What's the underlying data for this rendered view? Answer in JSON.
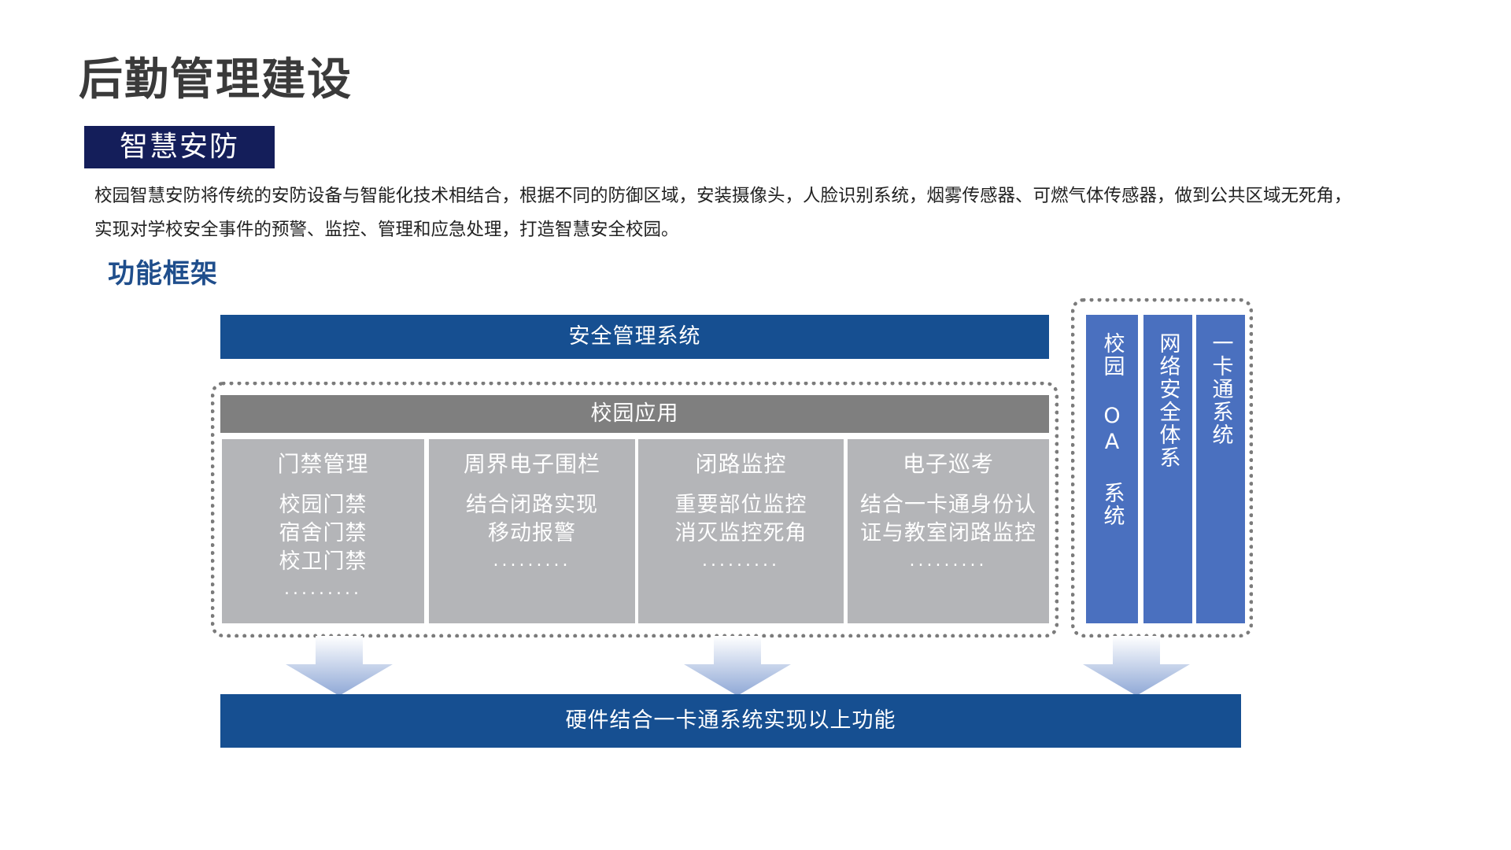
{
  "page": {
    "title": "后勤管理建设",
    "section_tag": "智慧安防",
    "intro_lines": [
      "校园智慧安防将传统的安防设备与智能化技术相结合，根据不同的防御区域，安装摄像头，人脸识别系统，烟雾传感器、可燃气体传感器，做到公共区域无死角，",
      "实现对学校安全事件的预警、监控、管理和应急处理，打造智慧安全校园。"
    ],
    "subheading": "功能框架"
  },
  "framework": {
    "top_bar": "安全管理系统",
    "app_header": "校园应用",
    "modules": [
      {
        "title": "门禁管理",
        "items": [
          "校园门禁",
          "宿舍门禁",
          "校卫门禁"
        ],
        "dots": "........."
      },
      {
        "title": "周界电子围栏",
        "items": [
          "结合闭路实现",
          "移动报警"
        ],
        "dots": "........."
      },
      {
        "title": "闭路监控",
        "items": [
          "重要部位监控",
          "消灭监控死角"
        ],
        "dots": "........."
      },
      {
        "title": "电子巡考",
        "items": [
          "结合一卡通身份认",
          "证与教室闭路监控"
        ],
        "dots": "........."
      }
    ],
    "side_columns": [
      "校园 OA 系统",
      "网络安全体系",
      "一卡通系统"
    ],
    "bottom_bar": "硬件结合一卡通系统实现以上功能"
  },
  "colors": {
    "title_bar_dark": "#141e5a",
    "bar_blue": "#164f91",
    "header_gray": "#7f7f7f",
    "module_gray": "#b4b5b8",
    "column_blue": "#4a70bf",
    "subheading_blue": "#1f4e8c"
  }
}
